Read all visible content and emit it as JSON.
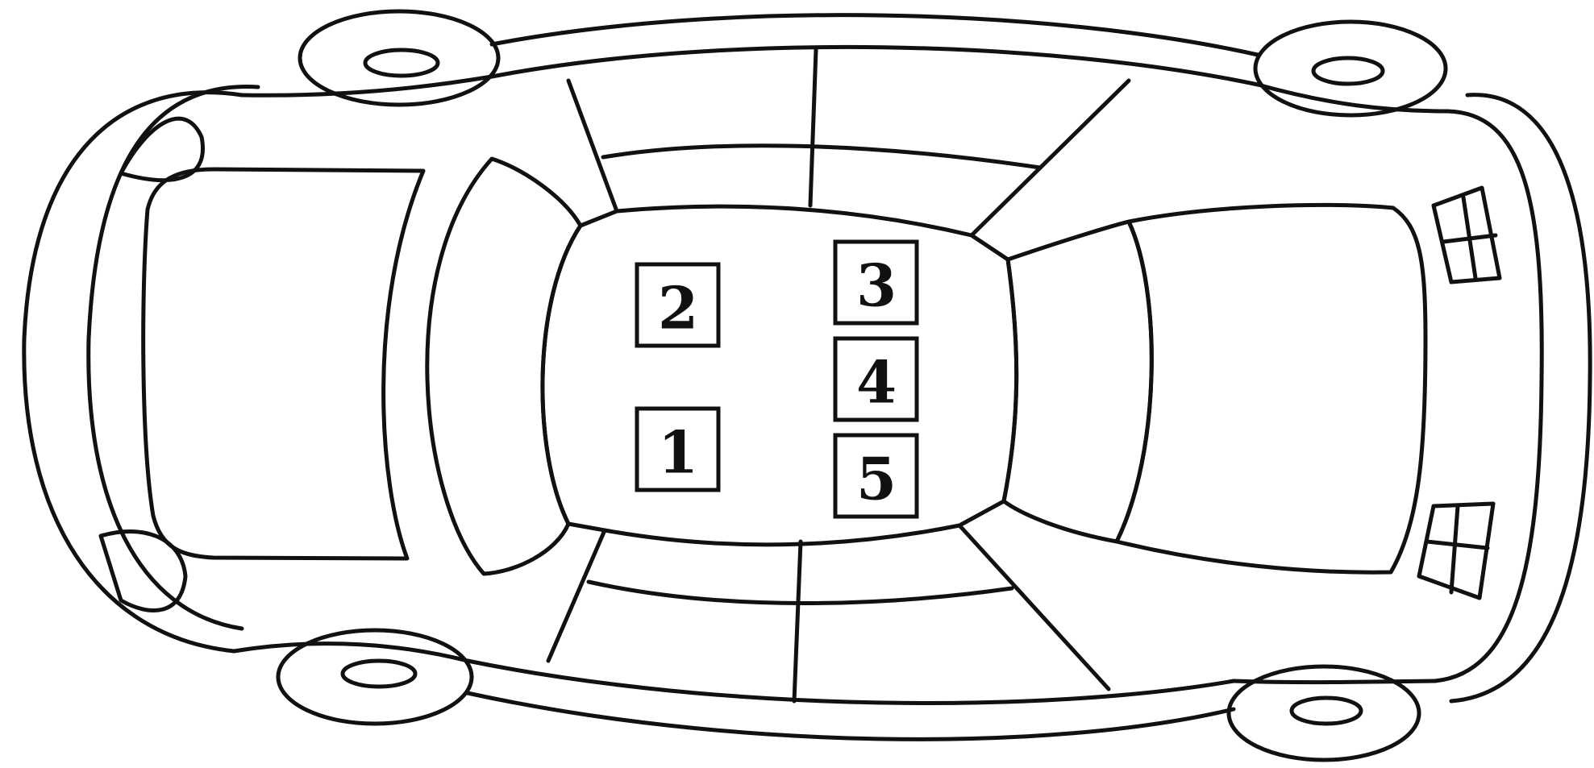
{
  "diagram": {
    "type": "car-top-view-seating",
    "orientation": "front-left",
    "seats": [
      {
        "id": "seat-1",
        "label": "1"
      },
      {
        "id": "seat-2",
        "label": "2"
      },
      {
        "id": "seat-3",
        "label": "3"
      },
      {
        "id": "seat-4",
        "label": "4"
      },
      {
        "id": "seat-5",
        "label": "5"
      }
    ],
    "colors": {
      "line": "#111111",
      "background": "#ffffff"
    }
  }
}
